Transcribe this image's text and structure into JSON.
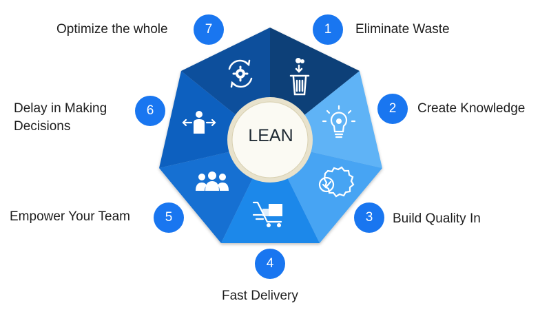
{
  "center": {
    "label": "LEAN"
  },
  "steps": [
    {
      "number": "1",
      "label": "Eliminate Waste",
      "color": "#0a3f78",
      "icon": "trash-icon"
    },
    {
      "number": "2",
      "label": "Create Knowledge",
      "color": "#5eb3f6",
      "icon": "lightbulb-icon"
    },
    {
      "number": "3",
      "label": "Build Quality In",
      "color": "#46a4f3",
      "icon": "quality-badge-icon"
    },
    {
      "number": "4",
      "label": "Fast Delivery",
      "color": "#1e88ea",
      "icon": "delivery-cart-icon"
    },
    {
      "number": "5",
      "label": "Empower Your Team",
      "color": "#1470d2",
      "icon": "team-icon"
    },
    {
      "number": "6",
      "label_lines": [
        "Delay in Making",
        "Decisions"
      ],
      "color": "#0f61bf",
      "icon": "decision-person-icon"
    },
    {
      "number": "7",
      "label": "Optimize the whole",
      "color": "#0d4f9c",
      "icon": "cycle-gear-icon"
    }
  ],
  "badge_color": "#1976f0"
}
